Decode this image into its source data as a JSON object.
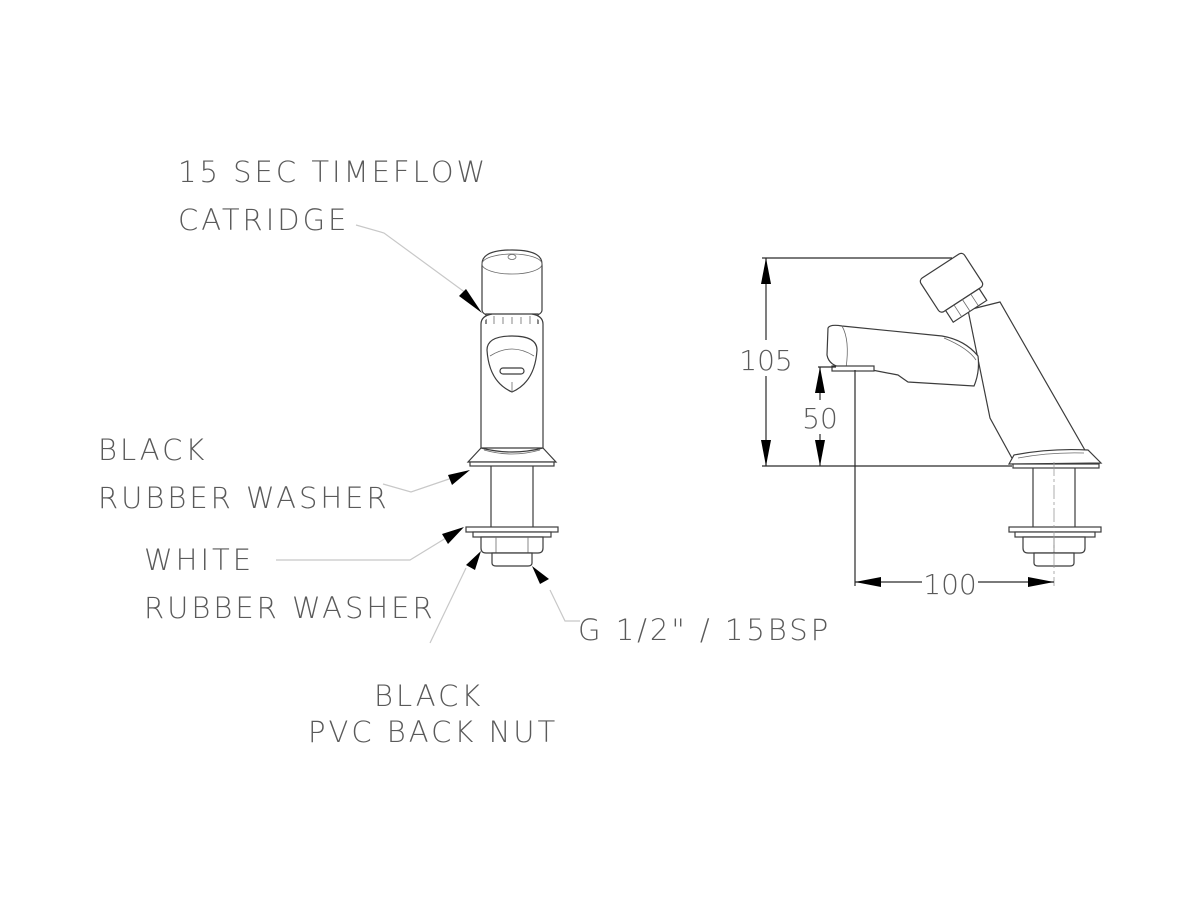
{
  "labels": {
    "cartridge": {
      "line1": "15 SEC TIMEFLOW",
      "line2": "CATRIDGE"
    },
    "black_washer": {
      "line1": "BLACK",
      "line2": "RUBBER WASHER"
    },
    "white_washer": {
      "line1": "WHITE",
      "line2": "RUBBER WASHER"
    },
    "thread": {
      "line1": "G 1/2\" / 15BSP"
    },
    "back_nut": {
      "line1": "BLACK",
      "line2": "PVC BACK NUT"
    }
  },
  "dimensions": {
    "overall_height": "105",
    "spout_height": "50",
    "spout_reach": "100"
  },
  "views": {
    "front": "front-view",
    "side": "side-view"
  },
  "colors": {
    "line": "#3c3c3c",
    "leader": "#c8c8c8",
    "text": "#5a5a5a",
    "arrow": "#000000"
  }
}
